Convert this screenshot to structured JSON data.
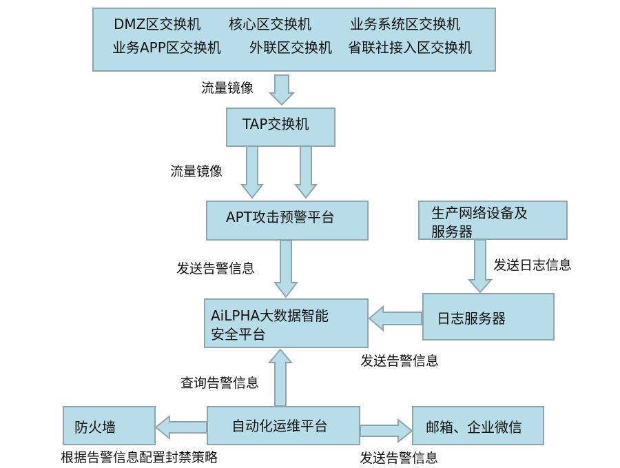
{
  "top_box": {
    "line1": [
      "DMZ区交换机",
      "核心区交换机",
      "业务系统区交换机"
    ],
    "line2": [
      "业务APP区交换机",
      "外联区交换机",
      "省联社接入区交换机"
    ]
  },
  "tap": "TAP交换机",
  "apt": "APT攻击预警平台",
  "ailpha": [
    "AiLPHA大数据智能",
    "安全平台"
  ],
  "prod": [
    "生产网络设备及",
    "服务器"
  ],
  "logserver": "日志服务器",
  "auto": "自动化运维平台",
  "firewall": "防火墙",
  "mail": "邮箱、企业微信",
  "labels": {
    "mirror1": "流量镜像",
    "mirror2": "流量镜像",
    "send_alert_apt": "发送告警信息",
    "send_log": "发送日志信息",
    "send_alert_log": "发送告警信息",
    "query_alert": "查询告警信息",
    "block_policy": "根据告警信息配置封禁策略",
    "send_alert_mail": "发送告警信息"
  }
}
